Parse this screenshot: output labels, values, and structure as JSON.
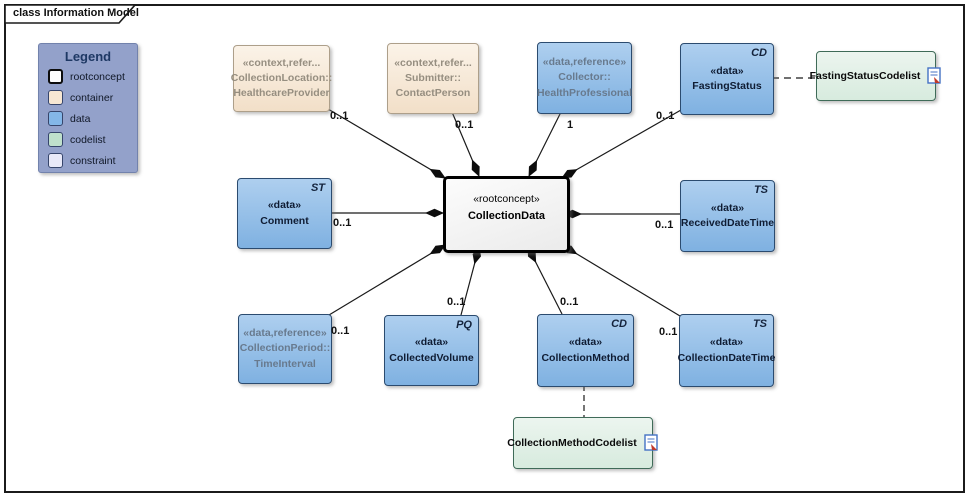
{
  "frame": {
    "title": "class Information Model"
  },
  "legend": {
    "title": "Legend",
    "items": [
      {
        "label": "rootconcept",
        "color": "#FFFFFF"
      },
      {
        "label": "container",
        "color": "#F7E7D3"
      },
      {
        "label": "data",
        "color": "#84B7E8"
      },
      {
        "label": "codelist",
        "color": "#BFE0CC"
      },
      {
        "label": "constraint",
        "color": "#E8E9F8"
      }
    ]
  },
  "nodes": {
    "healthcare_provider": {
      "stereotype": "«context,refer...",
      "qualifier": "CollectionLocation::",
      "name": "HealthcareProvider"
    },
    "contact_person": {
      "stereotype": "«context,refer...",
      "qualifier": "Submitter::",
      "name": "ContactPerson"
    },
    "health_professional": {
      "stereotype": "«data,reference»",
      "qualifier": "Collector::",
      "name": "HealthProfessional"
    },
    "fasting_status": {
      "stereotype": "«data»",
      "name": "FastingStatus",
      "type": "CD"
    },
    "fasting_status_codelist": {
      "name": "FastingStatusCodelist"
    },
    "comment": {
      "stereotype": "«data»",
      "name": "Comment",
      "type": "ST"
    },
    "collection_data": {
      "stereotype": "«rootconcept»",
      "name": "CollectionData"
    },
    "received_datetime": {
      "stereotype": "«data»",
      "name": "ReceivedDateTime",
      "type": "TS"
    },
    "time_interval": {
      "stereotype": "«data,reference»",
      "qualifier": "CollectionPeriod::",
      "name": "TimeInterval"
    },
    "collected_volume": {
      "stereotype": "«data»",
      "name": "CollectedVolume",
      "type": "PQ"
    },
    "collection_method": {
      "stereotype": "«data»",
      "name": "CollectionMethod",
      "type": "CD"
    },
    "collection_datetime": {
      "stereotype": "«data»",
      "name": "CollectionDateTime",
      "type": "TS"
    },
    "collection_method_codelist": {
      "name": "CollectionMethodCodelist"
    }
  },
  "multiplicities": {
    "healthcare_provider": "0..1",
    "contact_person": "0..1",
    "health_professional": "1",
    "fasting_status": "0..1",
    "comment": "0..1",
    "received_datetime": "0..1",
    "time_interval": "0..1",
    "collected_volume": "0..1",
    "collection_method": "0..1",
    "collection_datetime": "0..1"
  },
  "colors": {
    "data_fill": "#84B7E8",
    "container_fill": "#F7E7D3",
    "codelist_fill": "#D7EBDE",
    "legend_bg": "#93A1CA",
    "connector": "#1A1A1A"
  }
}
